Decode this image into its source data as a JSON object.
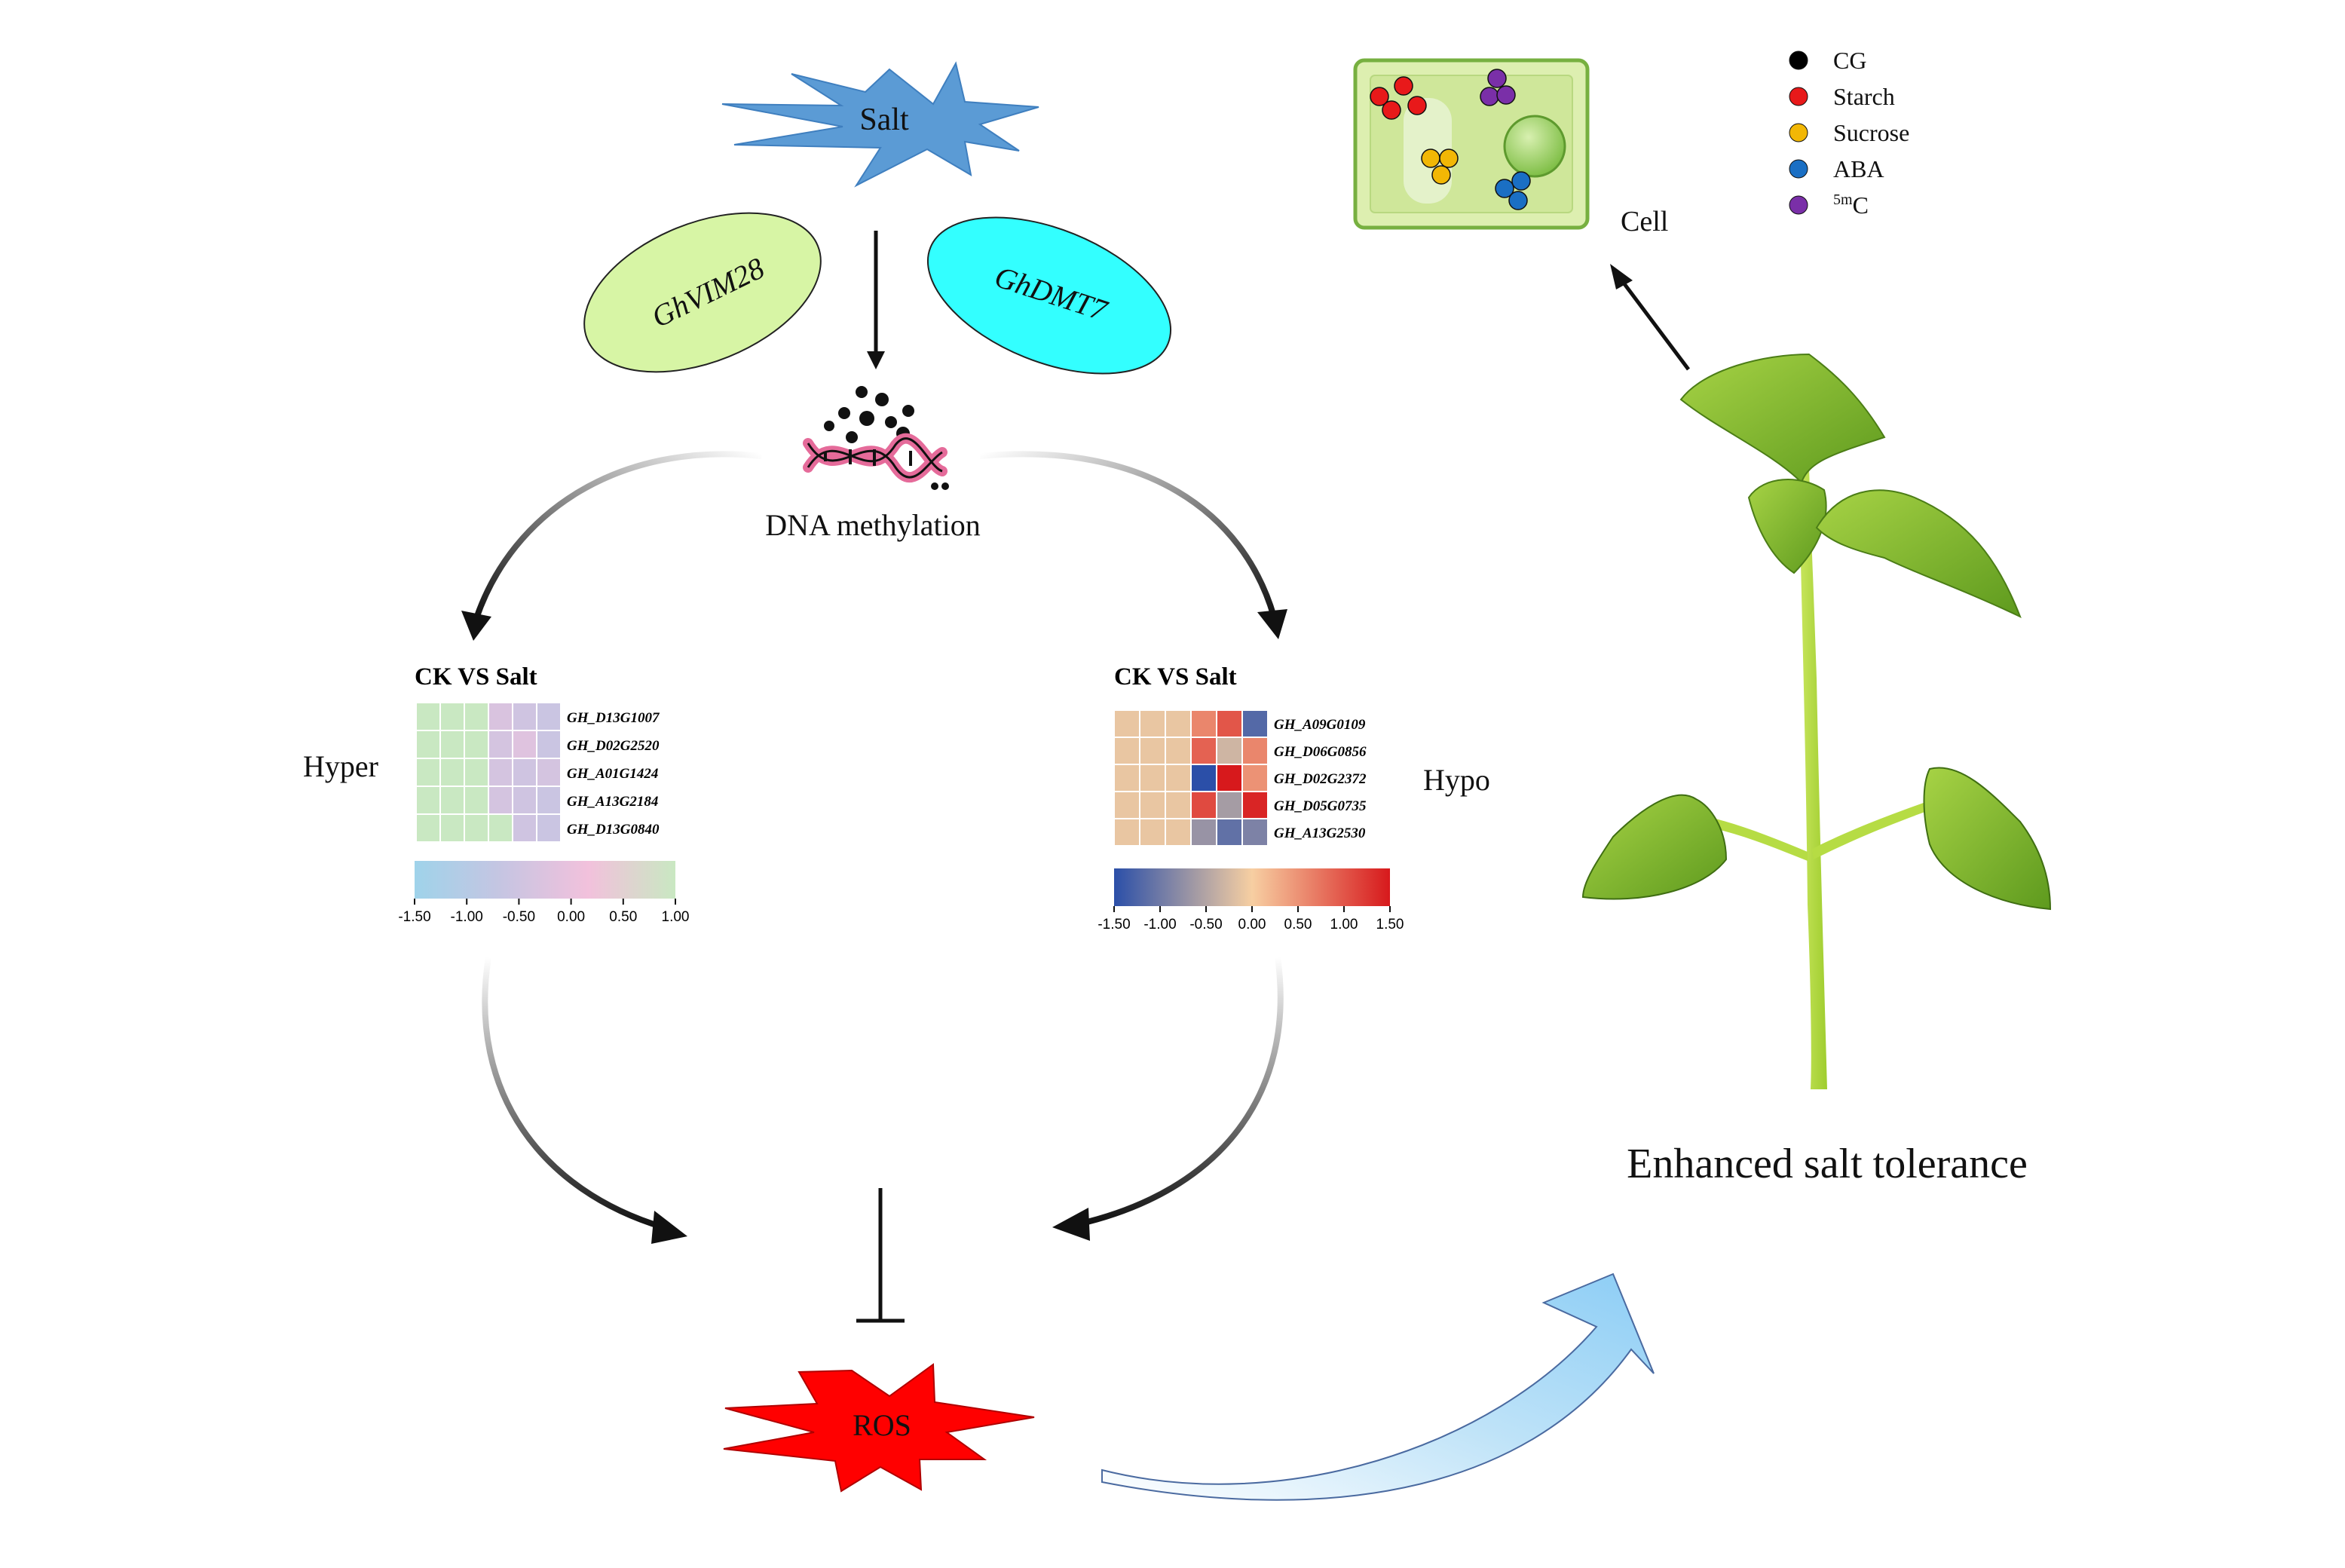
{
  "nodes": {
    "salt": "Salt",
    "vim28": "GhVIM28",
    "dmt7": "GhDMT7",
    "dna_methylation": "DNA methylation",
    "ros": "ROS",
    "cell": "Cell",
    "enhanced": "Enhanced salt tolerance",
    "hyper": "Hyper",
    "hypo": "Hypo"
  },
  "legend": [
    {
      "label": "CG",
      "color": "#000000"
    },
    {
      "label": "Starch",
      "color": "#e8191a"
    },
    {
      "label": "Sucrose",
      "color": "#f2b705"
    },
    {
      "label": "ABA",
      "color": "#1a6fc4"
    },
    {
      "label_sup": "5m",
      "label": "C",
      "color": "#7a2fa8"
    }
  ],
  "heatmap_left": {
    "title": "CK VS Salt",
    "genes": [
      "GH_D13G1007",
      "GH_D02G2520",
      "GH_A01G1424",
      "GH_A13G2184",
      "GH_D13G0840"
    ],
    "values": [
      [
        1.0,
        1.0,
        1.0,
        -0.3,
        -0.5,
        -0.6
      ],
      [
        1.0,
        1.0,
        1.0,
        -0.4,
        -0.2,
        -0.6
      ],
      [
        1.0,
        1.0,
        1.0,
        -0.4,
        -0.5,
        -0.4
      ],
      [
        1.0,
        1.0,
        1.0,
        -0.4,
        -0.5,
        -0.6
      ],
      [
        1.0,
        1.0,
        1.0,
        1.0,
        -0.5,
        -0.6
      ]
    ],
    "scale_ticks": [
      "-1.50",
      "-1.00",
      "-0.50",
      "0.00",
      "0.50",
      "1.00"
    ],
    "scale_colors": [
      "#9fd3ea",
      "#c6c5e2",
      "#f2c1dc",
      "#c9e8c2"
    ]
  },
  "heatmap_right": {
    "title": "CK VS Salt",
    "genes": [
      "GH_A09G0109",
      "GH_D06G0856",
      "GH_D02G2372",
      "GH_D05G0735",
      "GH_A13G2530"
    ],
    "values": [
      [
        -0.1,
        -0.1,
        -0.1,
        0.6,
        1.0,
        -1.2
      ],
      [
        -0.1,
        -0.1,
        -0.1,
        0.9,
        -0.3,
        0.6
      ],
      [
        -0.1,
        -0.1,
        -0.1,
        -1.5,
        1.5,
        0.5
      ],
      [
        -0.1,
        -0.1,
        -0.1,
        1.1,
        -0.6,
        1.4
      ],
      [
        -0.1,
        -0.1,
        -0.1,
        -0.7,
        -1.1,
        -0.9
      ]
    ],
    "scale_ticks": [
      "-1.50",
      "-1.00",
      "-0.50",
      "0.00",
      "0.50",
      "1.00",
      "1.50"
    ],
    "scale_colors": [
      "#2b4fa8",
      "#f7cfa2",
      "#d7191c"
    ]
  }
}
